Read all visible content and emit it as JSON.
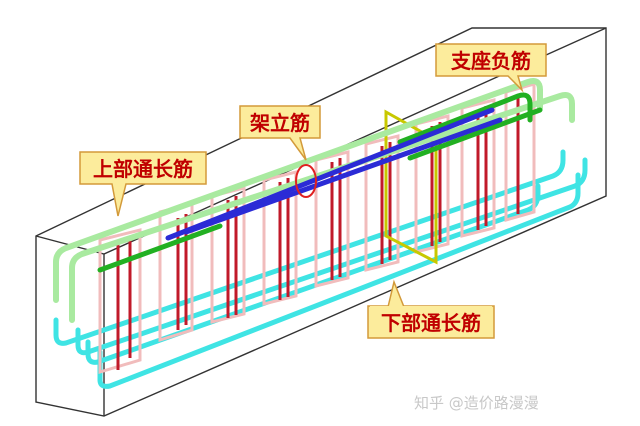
{
  "labels": {
    "support_negative": "支座负筋",
    "erection": "架立筋",
    "top_through": "上部通长筋",
    "bottom_through": "下部通长筋"
  },
  "watermark": "知乎 @造价路漫漫",
  "colors": {
    "outline": "#333333",
    "top_bar": "#a9eaa0",
    "negative_bar": "#22b022",
    "erection_bar": "#2b2bd6",
    "bottom_bar": "#3fe4e4",
    "stirrup": "#c11a2a",
    "tie": "#f1bcbc",
    "highlight": "#c8c800",
    "label_fill": "#fcec9c",
    "label_text": "#c00000"
  }
}
